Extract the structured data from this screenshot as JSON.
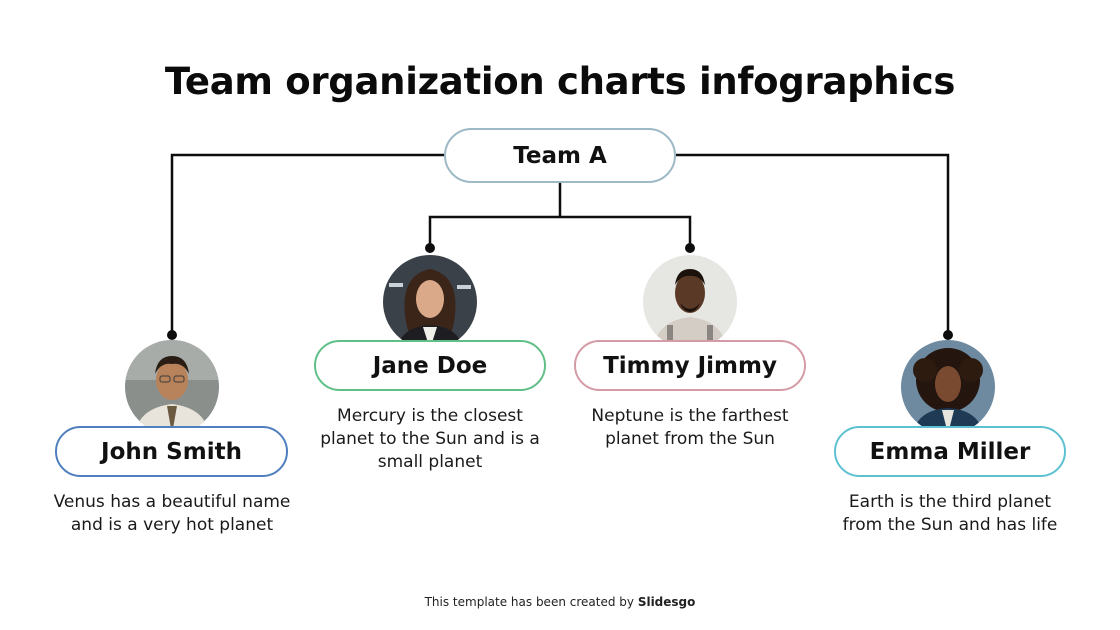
{
  "title": "Team organization charts infographics",
  "root": {
    "label": "Team A",
    "border_color": "#9db9c6"
  },
  "members": [
    {
      "name": "John Smith",
      "description": "Venus has a beautiful name and is a very hot planet",
      "border_color": "#4f7fbe",
      "avatar": "man-with-glasses-and-tie"
    },
    {
      "name": "Jane Doe",
      "description": "Mercury is the closest planet to the Sun and is a small planet",
      "border_color": "#5fbf86",
      "avatar": "woman-with-dark-wavy-hair"
    },
    {
      "name": "Timmy Jimmy",
      "description": "Neptune is the farthest planet from the Sun",
      "border_color": "#d49aa5",
      "avatar": "man-with-beard-and-suspenders"
    },
    {
      "name": "Emma Miller",
      "description": "Earth is the third planet from the Sun and has life",
      "border_color": "#5ec1d2",
      "avatar": "woman-with-curly-hair"
    }
  ],
  "footer": {
    "prefix": "This template has been created by ",
    "brand": "Slidesgo"
  }
}
